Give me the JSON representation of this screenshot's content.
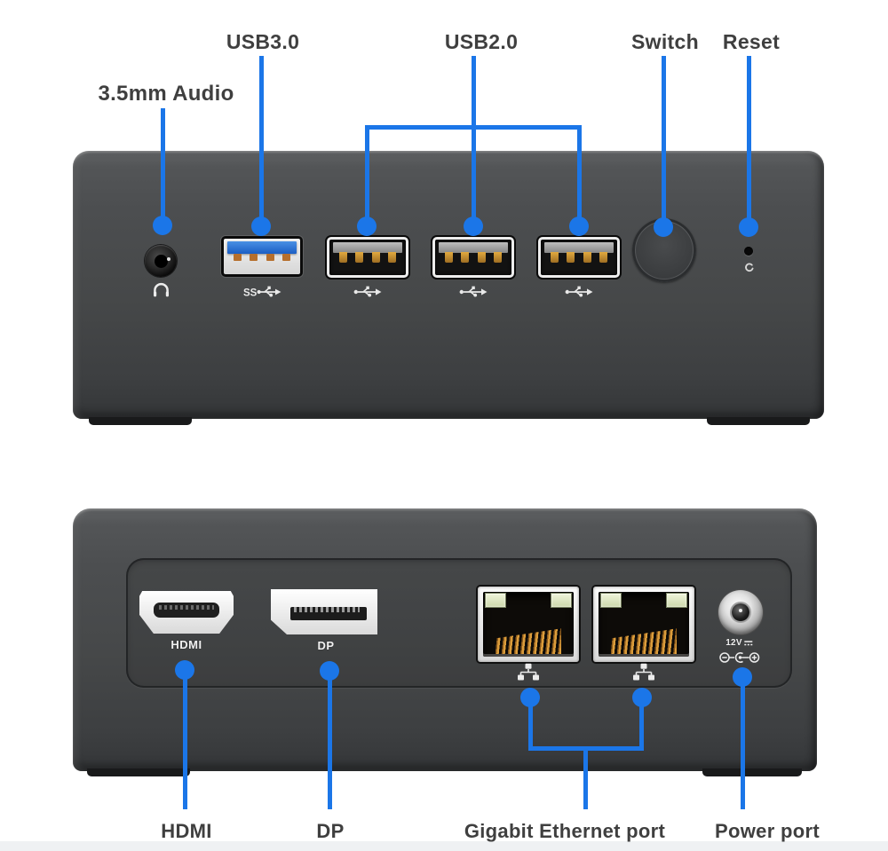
{
  "figure": {
    "description": "Mini PC front and rear port callout diagram",
    "accent_color": "#1b76e8",
    "label_color": "#3f3f3f",
    "body_color": "#47494b"
  },
  "front_view": {
    "callouts": {
      "audio": "3.5mm Audio",
      "usb3": "USB3.0",
      "usb2": "USB2.0",
      "switch": "Switch",
      "reset": "Reset"
    },
    "icons": {
      "audio": "headphone-icon",
      "usb3": "usb-superspeed-icon",
      "usb2": "usb-trident-icon",
      "reset": "reset-arrow-icon"
    }
  },
  "rear_view": {
    "callouts": {
      "hdmi": "HDMI",
      "dp": "DP",
      "ethernet": "Gigabit Ethernet port",
      "power": "Power port"
    },
    "port_markings": {
      "hdmi": "HDMI",
      "dp": "DP",
      "power_voltage": "12V"
    },
    "icons": {
      "ethernet": "lan-icon",
      "power_polarity": "dc-polarity-icon"
    }
  }
}
